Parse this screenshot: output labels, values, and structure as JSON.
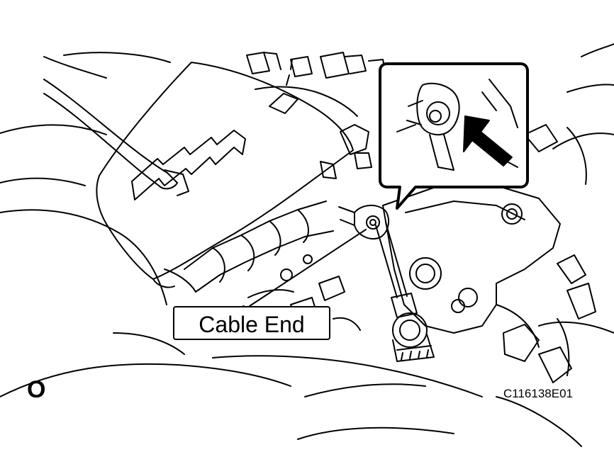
{
  "figure": {
    "callout_label": "Cable End",
    "view_mark": "O",
    "figure_code": "C116138E01"
  },
  "colors": {
    "ink": "#000000",
    "paper": "#ffffff"
  }
}
